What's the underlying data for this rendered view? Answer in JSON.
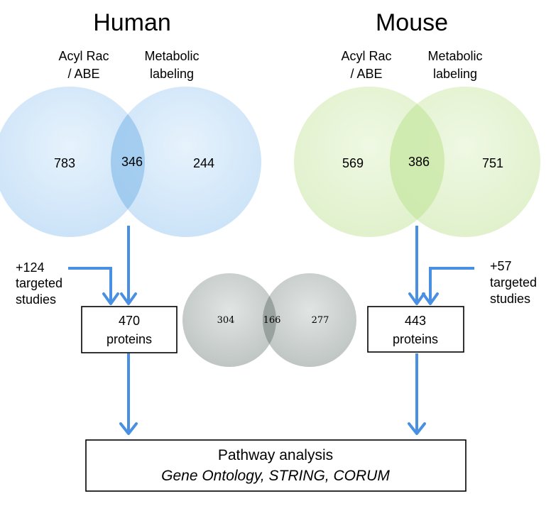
{
  "human": {
    "title": "Human",
    "set_a_label_line1": "Acyl Rac",
    "set_a_label_line2": "/ ABE",
    "set_b_label_line1": "Metabolic",
    "set_b_label_line2": "labeling",
    "only_a": "783",
    "both": "346",
    "only_b": "244",
    "targeted_line1": "+124",
    "targeted_line2": "targeted",
    "targeted_line3": "studies",
    "box_line1": "470",
    "box_line2": "proteins"
  },
  "mouse": {
    "title": "Mouse",
    "set_a_label_line1": "Acyl Rac",
    "set_a_label_line2": "/ ABE",
    "set_b_label_line1": "Metabolic",
    "set_b_label_line2": "labeling",
    "only_a": "569",
    "both": "386",
    "only_b": "751",
    "targeted_line1": "+57",
    "targeted_line2": "targeted",
    "targeted_line3": "studies",
    "box_line1": "443",
    "box_line2": "proteins"
  },
  "comparison": {
    "only_left": "304",
    "both": "166",
    "only_right": "277"
  },
  "pathway": {
    "line1": "Pathway analysis",
    "line2": "Gene Ontology, STRING, CORUM"
  },
  "colors": {
    "human_circle": "#cfe6fa",
    "human_overlap": "#9ccbf0",
    "mouse_circle": "#e6f4d4",
    "mouse_overlap": "#d1ecb4",
    "gray_circle": "#c9cfcd",
    "gray_overlap": "#9aa39f",
    "arrow": "#4a90e2"
  }
}
